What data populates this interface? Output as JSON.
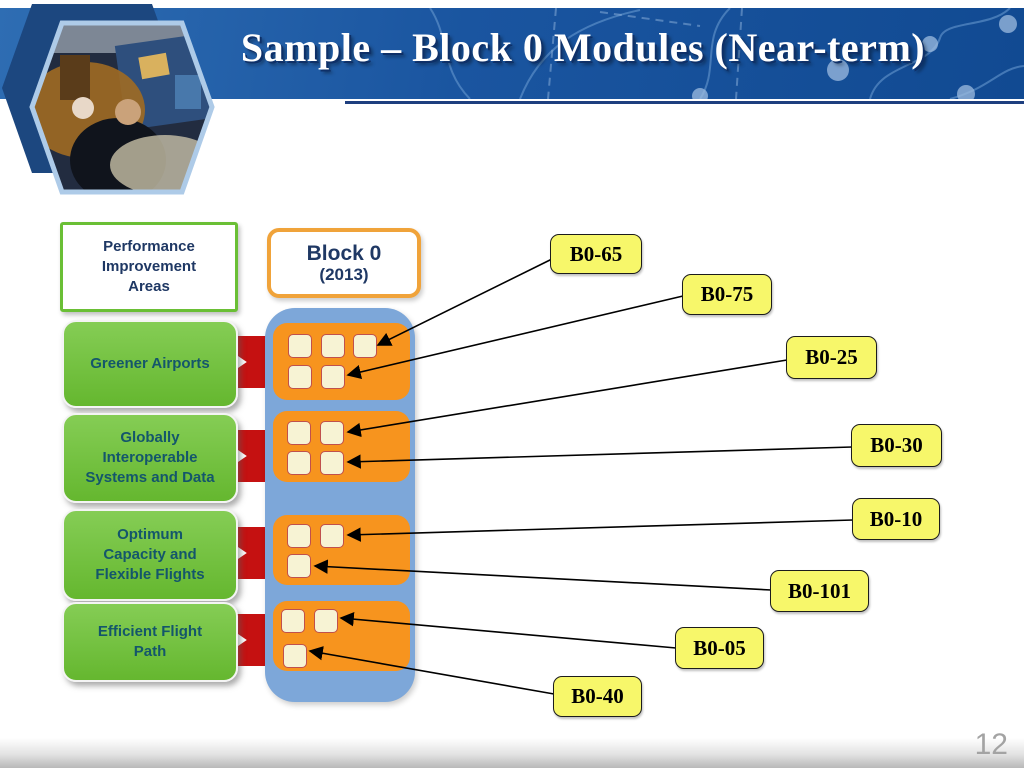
{
  "header": {
    "title": "Sample – Block 0 Modules (Near-term)"
  },
  "legend": {
    "pia_label": "Performance\nImprovement\nAreas",
    "block_title": "Block 0",
    "block_year": "(2013)"
  },
  "areas": [
    {
      "label": "Greener Airports"
    },
    {
      "label": "Globally\nInteroperable\nSystems and Data"
    },
    {
      "label": "Optimum\nCapacity and\nFlexible Flights"
    },
    {
      "label": "Efficient Flight\nPath"
    }
  ],
  "block_modules": [
    {
      "rows": [
        3,
        2
      ]
    },
    {
      "rows": [
        2,
        2
      ]
    },
    {
      "rows": [
        2,
        1
      ]
    },
    {
      "rows": [
        2,
        1
      ]
    }
  ],
  "callouts": [
    {
      "label": "B0-65"
    },
    {
      "label": "B0-75"
    },
    {
      "label": "B0-25"
    },
    {
      "label": "B0-30"
    },
    {
      "label": "B0-10"
    },
    {
      "label": "B0-101"
    },
    {
      "label": "B0-05"
    },
    {
      "label": "B0-40"
    }
  ],
  "footer": {
    "page_number": "12"
  },
  "colors": {
    "banner_blue": "#1a55a0",
    "area_green": "#6fbf3c",
    "module_orange": "#f7941e",
    "container_blue": "#7da7d9",
    "callout_yellow": "#f7f76a",
    "arrow_red": "#c51111",
    "navy_text": "#1f3864",
    "area_text": "#14566b"
  }
}
